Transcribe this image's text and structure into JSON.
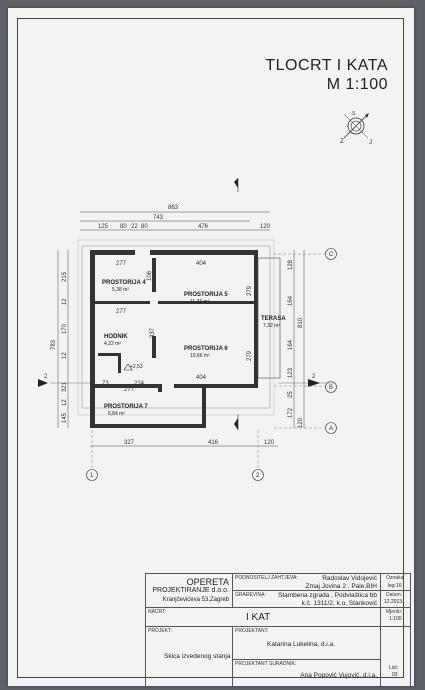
{
  "title": {
    "line1": "TLOCRT I KATA",
    "line2": "M 1:100"
  },
  "plan": {
    "dims_top": {
      "total": "863",
      "inner": "743",
      "seg1": "125",
      "seg2": "80",
      "seg3": "22",
      "seg4": "80",
      "seg5": "476",
      "seg6": "120"
    },
    "dims_bottom": {
      "a": "327",
      "b": "416",
      "c": "120"
    },
    "dims_left": {
      "total": "783",
      "a": "215",
      "b": "12",
      "c": "170",
      "d": "12",
      "e": "321",
      "f": "12",
      "g": "145"
    },
    "dims_right": {
      "a": "128",
      "b": "164",
      "c": "810",
      "d": "164",
      "e": "123",
      "f": "25",
      "g": "172",
      "h": "120"
    },
    "inner_dims": {
      "d277a": "277",
      "d404a": "404",
      "d277b": "277",
      "d277c": "277",
      "d404b": "404",
      "d327": "337",
      "d279a": "279",
      "d279b": "279",
      "d73": "73",
      "d224": "224",
      "d106": "106"
    },
    "rooms": [
      {
        "name": "PROSTORIJA 4",
        "area": "5,38 m²"
      },
      {
        "name": "PROSTORIJA 5",
        "area": "11,33 m²"
      },
      {
        "name": "HODNIK",
        "area": "4,22 m²"
      },
      {
        "name": "PROSTORIJA 6",
        "area": "10,66 m²"
      },
      {
        "name": "TERASA",
        "area": "7,32 m²"
      },
      {
        "name": "PROSTORIJA 7",
        "area": "6,84 m²"
      }
    ],
    "level": "+2,53",
    "axes": {
      "c": "C",
      "b": "B",
      "a": "A",
      "one": "1",
      "two": "2",
      "s1": "2",
      "s2": "2"
    }
  },
  "titleblock": {
    "company": {
      "line1": "OPERETA",
      "line2": "PROJEKTIRANJE d.o.o.",
      "line3": "Kranjčevićeva 53,Zagreb"
    },
    "podnositelj": {
      "label": "PODNOSITELJ ZAHTJEVA:",
      "line1": "Radoslav Vidojević",
      "line2": "Zmaj Jovina 2 , Pale,BIH"
    },
    "oznaka": {
      "label": "Oznaka:",
      "value": "leg 16"
    },
    "gradevina": {
      "label": "GRAĐEVINA:",
      "line1": "Stambena zgrada , Podvlaštica bb",
      "line2": "k.č. 1311/2, k.o. Stanković"
    },
    "datum": {
      "label": "Datum:",
      "value": "12.2013."
    },
    "nacrt": {
      "label": "NACRT:",
      "value": "I KAT"
    },
    "mjerilo": {
      "label": "Mjerilo:",
      "value": "1:100"
    },
    "projekt": {
      "label": "PROJEKT:",
      "value": "Skica izvedenog stanja"
    },
    "projektant": {
      "label": "PROJEKTANT:",
      "value": "Katarina Lukelina, d.i.a."
    },
    "suradnik": {
      "label": "PROJEKTANT SURADNIK:",
      "value": "Ana Popović Vujović, d.i.a."
    },
    "list": {
      "label": "List:",
      "value": "03"
    }
  }
}
